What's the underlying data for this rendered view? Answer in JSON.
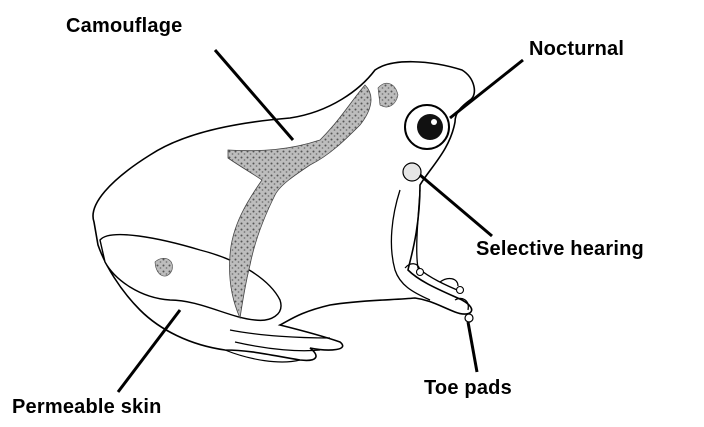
{
  "labels": {
    "camouflage": "Camoufla­ge",
    "nocturnal": "Nocturnal",
    "selective_hearing": "Selective hearing",
    "toe_pads": "Toe pads",
    "permeable_skin": "Permeable skin"
  },
  "colors": {
    "outline": "#000000",
    "camouflage_pattern": "#8a8a8a",
    "background": "#ffffff"
  }
}
